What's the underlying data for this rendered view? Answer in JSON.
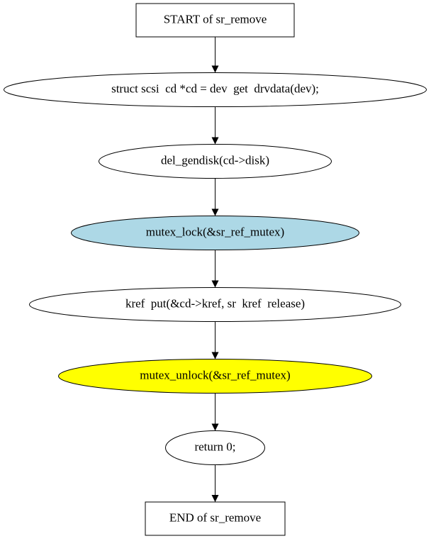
{
  "diagram": {
    "nodes": [
      {
        "id": "start",
        "label": "START of sr_remove",
        "shape": "box",
        "fill": "#ffffff"
      },
      {
        "id": "get-drvdata",
        "label": "struct scsi  cd *cd = dev  get  drvdata(dev);",
        "shape": "ellipse",
        "fill": "#ffffff"
      },
      {
        "id": "del-gendisk",
        "label": "del_gendisk(cd->disk)",
        "shape": "ellipse",
        "fill": "#ffffff"
      },
      {
        "id": "mutex-lock",
        "label": "mutex_lock(&sr_ref_mutex)",
        "shape": "ellipse",
        "fill": "#add8e6"
      },
      {
        "id": "kref-put",
        "label": "kref  put(&cd->kref, sr  kref  release)",
        "shape": "ellipse",
        "fill": "#ffffff"
      },
      {
        "id": "mutex-unlock",
        "label": "mutex_unlock(&sr_ref_mutex)",
        "shape": "ellipse",
        "fill": "#ffff00"
      },
      {
        "id": "return",
        "label": "return 0;",
        "shape": "ellipse",
        "fill": "#ffffff"
      },
      {
        "id": "end",
        "label": "END of sr_remove",
        "shape": "box",
        "fill": "#ffffff"
      }
    ],
    "edges": [
      {
        "from": "start",
        "to": "get-drvdata"
      },
      {
        "from": "get-drvdata",
        "to": "del-gendisk"
      },
      {
        "from": "del-gendisk",
        "to": "mutex-lock"
      },
      {
        "from": "mutex-lock",
        "to": "kref-put"
      },
      {
        "from": "kref-put",
        "to": "mutex-unlock"
      },
      {
        "from": "mutex-unlock",
        "to": "return"
      },
      {
        "from": "return",
        "to": "end"
      }
    ]
  }
}
